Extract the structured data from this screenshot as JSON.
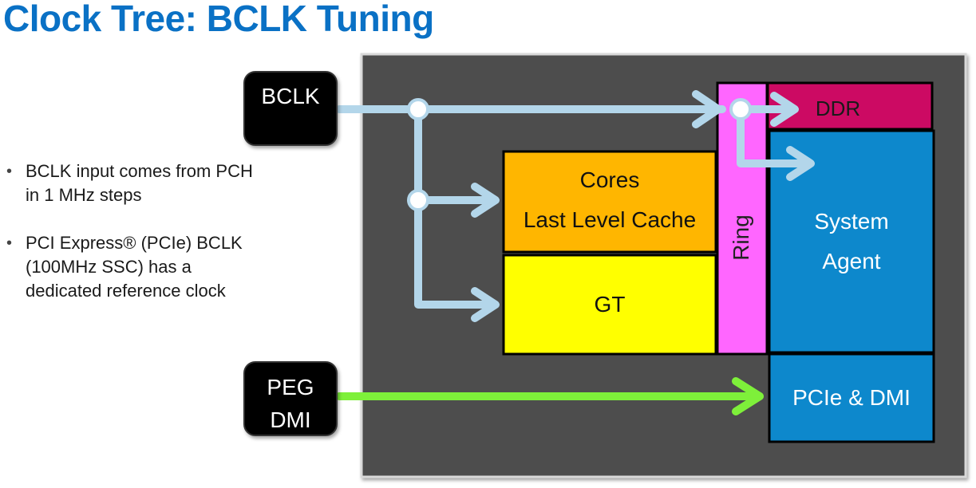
{
  "title": "Clock Tree: BCLK Tuning",
  "bullets": [
    {
      "lines": [
        "BCLK input comes from PCH",
        "in 1 MHz steps"
      ]
    },
    {
      "lines": [
        "PCI Express® (PCIe) BCLK",
        "(100MHz SSC) has a",
        "dedicated reference clock"
      ]
    }
  ],
  "inputs": {
    "bclk": "BCLK",
    "peg_line1": "PEG",
    "peg_line2": "DMI"
  },
  "blocks": {
    "ddr": "DDR",
    "cores_line1": "Cores",
    "cores_line2": "Last Level Cache",
    "gt": "GT",
    "ring": "Ring",
    "system_agent_line1": "System",
    "system_agent_line2": "Agent",
    "pcie_dmi": "PCIe & DMI"
  },
  "colors": {
    "title": "#0a71c5",
    "die": "#4d4d4d",
    "input_box": "#000000",
    "ddr": "#cc0a63",
    "cores": "#ffb600",
    "gt": "#ffff00",
    "ring": "#ff66ff",
    "system_agent": "#0d88cc",
    "pcie_dmi": "#0d88cc",
    "bclk_arrow": "#b3d6ea",
    "peg_arrow": "#7ef03a"
  }
}
